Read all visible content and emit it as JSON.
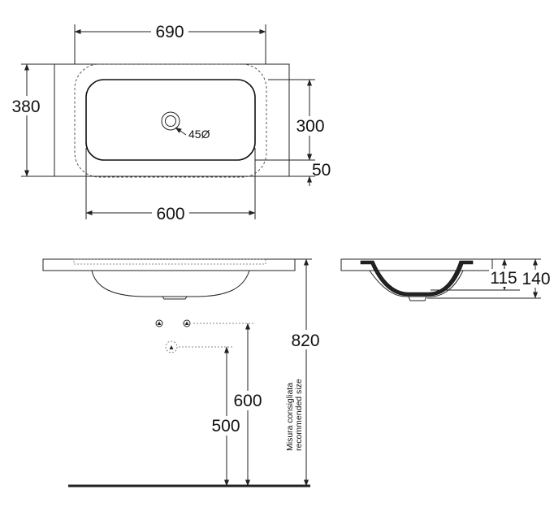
{
  "top_view": {
    "width_label": "690",
    "depth_label": "380",
    "bowl_depth_label": "300",
    "rim_label": "50",
    "bowl_width_label": "600",
    "drain_label": "45Ø"
  },
  "front_view": {
    "floor_to_top_label": "820",
    "trap_height_label": "600",
    "drain_height_label": "500",
    "note_line1": "Misura consigliata",
    "note_line2": "recommended size"
  },
  "side_view": {
    "bowl_height_label": "115",
    "total_height_label": "140"
  }
}
